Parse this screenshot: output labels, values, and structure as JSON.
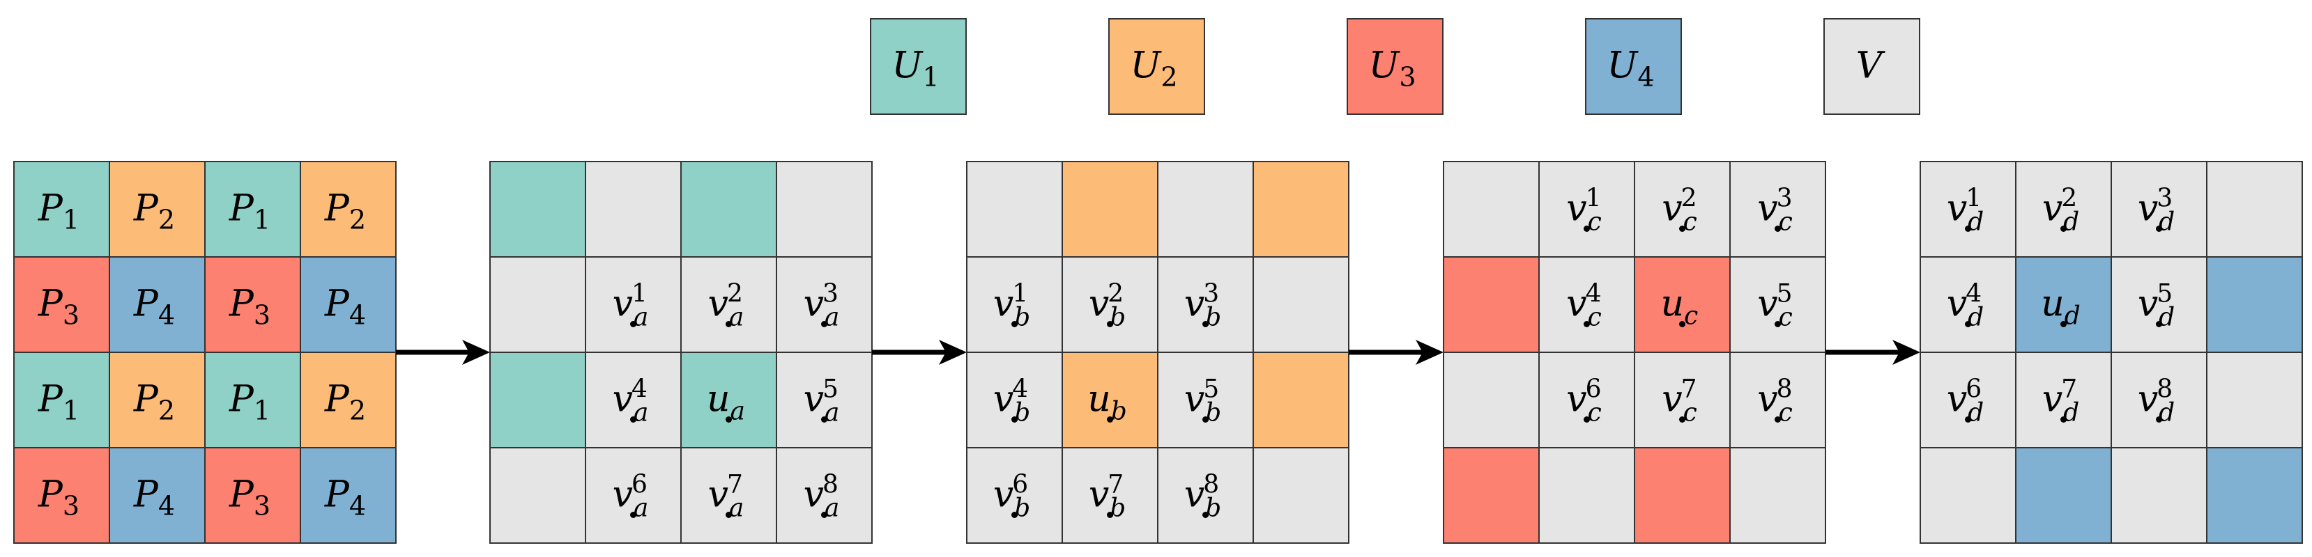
{
  "colors": {
    "U1": "#8fd0c7",
    "U2": "#fdbb78",
    "U3": "#fc8171",
    "U4": "#80b1d3",
    "V": "#e5e5e5",
    "border": "#333333",
    "arrow": "#000000"
  },
  "legend": [
    {
      "base": "U",
      "sub": "1",
      "color_key": "U1"
    },
    {
      "base": "U",
      "sub": "2",
      "color_key": "U2"
    },
    {
      "base": "U",
      "sub": "3",
      "color_key": "U3"
    },
    {
      "base": "U",
      "sub": "4",
      "color_key": "U4"
    },
    {
      "base": "V",
      "sub": "",
      "color_key": "V"
    }
  ],
  "partition_grid": {
    "cells": [
      [
        {
          "base": "P",
          "sub": "1",
          "color": "U1"
        },
        {
          "base": "P",
          "sub": "2",
          "color": "U2"
        },
        {
          "base": "P",
          "sub": "1",
          "color": "U1"
        },
        {
          "base": "P",
          "sub": "2",
          "color": "U2"
        }
      ],
      [
        {
          "base": "P",
          "sub": "3",
          "color": "U3"
        },
        {
          "base": "P",
          "sub": "4",
          "color": "U4"
        },
        {
          "base": "P",
          "sub": "3",
          "color": "U3"
        },
        {
          "base": "P",
          "sub": "4",
          "color": "U4"
        }
      ],
      [
        {
          "base": "P",
          "sub": "1",
          "color": "U1"
        },
        {
          "base": "P",
          "sub": "2",
          "color": "U2"
        },
        {
          "base": "P",
          "sub": "1",
          "color": "U1"
        },
        {
          "base": "P",
          "sub": "2",
          "color": "U2"
        }
      ],
      [
        {
          "base": "P",
          "sub": "3",
          "color": "U3"
        },
        {
          "base": "P",
          "sub": "4",
          "color": "U4"
        },
        {
          "base": "P",
          "sub": "3",
          "color": "U3"
        },
        {
          "base": "P",
          "sub": "4",
          "color": "U4"
        }
      ]
    ]
  },
  "stages": [
    {
      "name": "a",
      "cells": [
        [
          {
            "color": "U1"
          },
          {
            "color": "V"
          },
          {
            "color": "U1"
          },
          {
            "color": "V"
          }
        ],
        [
          {
            "color": "V"
          },
          {
            "color": "V",
            "base": "v",
            "sub": "a",
            "sup": "1"
          },
          {
            "color": "V",
            "base": "v",
            "sub": "a",
            "sup": "2"
          },
          {
            "color": "V",
            "base": "v",
            "sub": "a",
            "sup": "3"
          }
        ],
        [
          {
            "color": "U1"
          },
          {
            "color": "V",
            "base": "v",
            "sub": "a",
            "sup": "4"
          },
          {
            "color": "U1",
            "base": "u",
            "sub": "a"
          },
          {
            "color": "V",
            "base": "v",
            "sub": "a",
            "sup": "5"
          }
        ],
        [
          {
            "color": "V"
          },
          {
            "color": "V",
            "base": "v",
            "sub": "a",
            "sup": "6"
          },
          {
            "color": "V",
            "base": "v",
            "sub": "a",
            "sup": "7"
          },
          {
            "color": "V",
            "base": "v",
            "sub": "a",
            "sup": "8"
          }
        ]
      ]
    },
    {
      "name": "b",
      "cells": [
        [
          {
            "color": "V"
          },
          {
            "color": "U2"
          },
          {
            "color": "V"
          },
          {
            "color": "U2"
          }
        ],
        [
          {
            "color": "V",
            "base": "v",
            "sub": "b",
            "sup": "1"
          },
          {
            "color": "V",
            "base": "v",
            "sub": "b",
            "sup": "2"
          },
          {
            "color": "V",
            "base": "v",
            "sub": "b",
            "sup": "3"
          },
          {
            "color": "V"
          }
        ],
        [
          {
            "color": "V",
            "base": "v",
            "sub": "b",
            "sup": "4"
          },
          {
            "color": "U2",
            "base": "u",
            "sub": "b"
          },
          {
            "color": "V",
            "base": "v",
            "sub": "b",
            "sup": "5"
          },
          {
            "color": "U2"
          }
        ],
        [
          {
            "color": "V",
            "base": "v",
            "sub": "b",
            "sup": "6"
          },
          {
            "color": "V",
            "base": "v",
            "sub": "b",
            "sup": "7"
          },
          {
            "color": "V",
            "base": "v",
            "sub": "b",
            "sup": "8"
          },
          {
            "color": "V"
          }
        ]
      ]
    },
    {
      "name": "c",
      "cells": [
        [
          {
            "color": "V"
          },
          {
            "color": "V",
            "base": "v",
            "sub": "c",
            "sup": "1"
          },
          {
            "color": "V",
            "base": "v",
            "sub": "c",
            "sup": "2"
          },
          {
            "color": "V",
            "base": "v",
            "sub": "c",
            "sup": "3"
          }
        ],
        [
          {
            "color": "U3"
          },
          {
            "color": "V",
            "base": "v",
            "sub": "c",
            "sup": "4"
          },
          {
            "color": "U3",
            "base": "u",
            "sub": "c"
          },
          {
            "color": "V",
            "base": "v",
            "sub": "c",
            "sup": "5"
          }
        ],
        [
          {
            "color": "V"
          },
          {
            "color": "V",
            "base": "v",
            "sub": "c",
            "sup": "6"
          },
          {
            "color": "V",
            "base": "v",
            "sub": "c",
            "sup": "7"
          },
          {
            "color": "V",
            "base": "v",
            "sub": "c",
            "sup": "8"
          }
        ],
        [
          {
            "color": "U3"
          },
          {
            "color": "V"
          },
          {
            "color": "U3"
          },
          {
            "color": "V"
          }
        ]
      ]
    },
    {
      "name": "d",
      "cells": [
        [
          {
            "color": "V",
            "base": "v",
            "sub": "d",
            "sup": "1"
          },
          {
            "color": "V",
            "base": "v",
            "sub": "d",
            "sup": "2"
          },
          {
            "color": "V",
            "base": "v",
            "sub": "d",
            "sup": "3"
          },
          {
            "color": "V"
          }
        ],
        [
          {
            "color": "V",
            "base": "v",
            "sub": "d",
            "sup": "4"
          },
          {
            "color": "U4",
            "base": "u",
            "sub": "d"
          },
          {
            "color": "V",
            "base": "v",
            "sub": "d",
            "sup": "5"
          },
          {
            "color": "U4"
          }
        ],
        [
          {
            "color": "V",
            "base": "v",
            "sub": "d",
            "sup": "6"
          },
          {
            "color": "V",
            "base": "v",
            "sub": "d",
            "sup": "7"
          },
          {
            "color": "V",
            "base": "v",
            "sub": "d",
            "sup": "8"
          },
          {
            "color": "V"
          }
        ],
        [
          {
            "color": "V"
          },
          {
            "color": "U4"
          },
          {
            "color": "V"
          },
          {
            "color": "U4"
          }
        ]
      ]
    }
  ]
}
